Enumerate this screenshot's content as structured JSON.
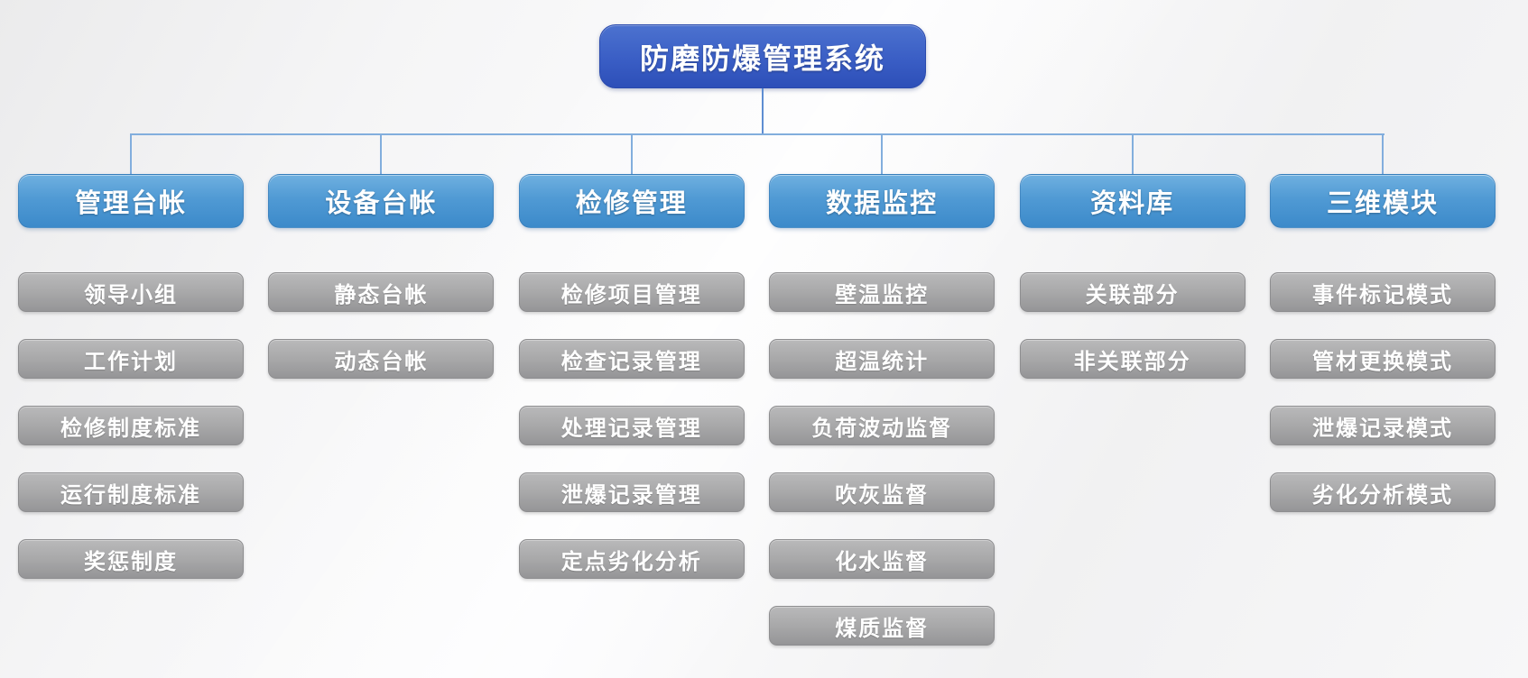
{
  "diagram": {
    "root": {
      "label": "防磨防爆管理系统"
    },
    "branches": [
      {
        "label": "管理台帐",
        "children": [
          "领导小组",
          "工作计划",
          "检修制度标准",
          "运行制度标准",
          "奖惩制度"
        ]
      },
      {
        "label": "设备台帐",
        "children": [
          "静态台帐",
          "动态台帐"
        ]
      },
      {
        "label": "检修管理",
        "children": [
          "检修项目管理",
          "检查记录管理",
          "处理记录管理",
          "泄爆记录管理",
          "定点劣化分析"
        ]
      },
      {
        "label": "数据监控",
        "children": [
          "壁温监控",
          "超温统计",
          "负荷波动监督",
          "吹灰监督",
          "化水监督",
          "煤质监督"
        ]
      },
      {
        "label": "资料库",
        "children": [
          "关联部分",
          "非关联部分"
        ]
      },
      {
        "label": "三维模块",
        "children": [
          "事件标记模式",
          "管材更换模式",
          "泄爆记录模式",
          "劣化分析模式"
        ]
      }
    ]
  },
  "colors": {
    "root_gradient_top": "#4c72cf",
    "root_gradient_bottom": "#2d4fb8",
    "branch_gradient_top": "#6fb0e0",
    "branch_gradient_bottom": "#3c8aca",
    "leaf_gradient_top": "#b9b9ba",
    "leaf_gradient_bottom": "#959597",
    "connector": "#82aedd",
    "text": "#ffffff"
  }
}
